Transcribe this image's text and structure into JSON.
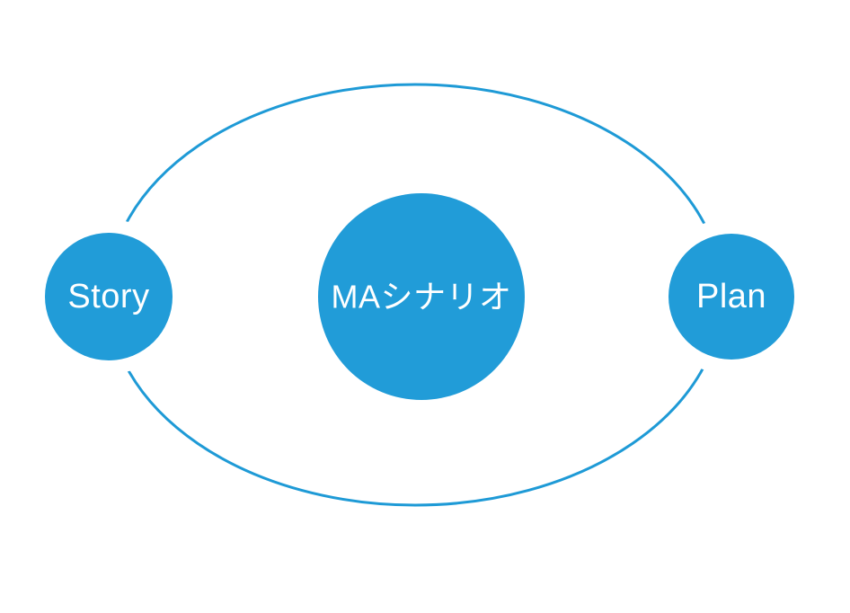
{
  "diagram": {
    "title_meaning": "MA scenario cycle diagram",
    "center_node": {
      "label": "MAシナリオ"
    },
    "left_node": {
      "label": "Story"
    },
    "right_node": {
      "label": "Plan"
    }
  },
  "colors": {
    "node_fill": "#219CD8",
    "orbit_stroke": "#1E9AD6",
    "label_text": "#FFFFFF",
    "background": "#FFFFFF"
  }
}
